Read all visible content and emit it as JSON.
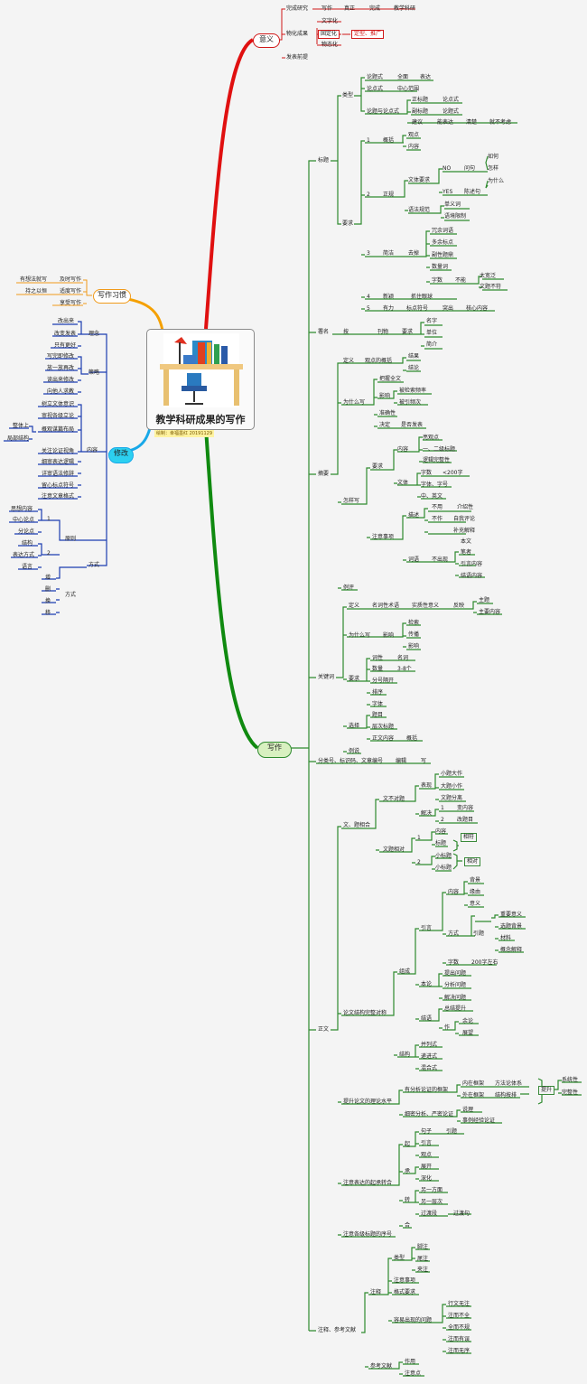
{
  "center": {
    "title": "教学科研成果的写作",
    "subtitle": "绘制：幸福墨红 20191129"
  },
  "yiyi": {
    "title": "意义",
    "items": [
      "完成研究",
      "写作",
      "真正",
      "完成",
      "教学科研",
      "物化成果",
      "文字化",
      "固定化",
      "物态化",
      "定型、推广",
      "发表前提"
    ]
  },
  "xiezuo_title": "写作",
  "xiguan": {
    "title": "写作习惯",
    "items": [
      "有想法就写",
      "及时写作",
      "持之以恒",
      "适度写作",
      "享受写作"
    ]
  },
  "xiugai": {
    "title": "修改",
    "items": [
      "理念",
      "改出来",
      "改变发表",
      "只有更好",
      "策略",
      "写完即修改",
      "放一放再改",
      "读出来修改",
      "向他人求教",
      "内容",
      "树立文体意识",
      "审视各级立论",
      "概观谋篇布局",
      "整体上",
      "局部结构",
      "关注论证视角",
      "细审表达逻辑",
      "详审语法修辞",
      "留心标点符号",
      "注意文章格式",
      "原则",
      "思想内容",
      "中心论点",
      "分论点",
      "1",
      "结构",
      "表达方式",
      "2",
      "语言",
      "方式",
      "增",
      "删",
      "换",
      "移"
    ]
  },
  "biaoti": {
    "items": [
      "标题",
      "类型",
      "论题式",
      "全面",
      "表达",
      "论点式",
      "中心范围",
      "论题与论点式",
      "正标题",
      "论点式",
      "副标题",
      "论题式",
      "建议",
      "能表达",
      "清楚",
      "就不考虑",
      "要求",
      "1",
      "概括",
      "观点",
      "内容",
      "2",
      "正规",
      "文体要求",
      "NO",
      "问句",
      "如何",
      "怎样",
      "为什么",
      "YES",
      "陈述句",
      "语法规范",
      "单义词",
      "语境限制",
      "3",
      "简洁",
      "去掉",
      "冗余词语",
      "多余标点",
      "副性题鼎",
      "数量词",
      "字数",
      "不能",
      "太宽泛",
      "文题不符",
      "4",
      "新颖",
      "抓住眼球",
      "5",
      "有力",
      "标点符号",
      "突出",
      "核心内容"
    ]
  },
  "shuming": {
    "items": [
      "署名",
      "按",
      "刊物",
      "要求",
      "名字",
      "单位",
      "简介"
    ]
  },
  "zhaiyao": {
    "items": [
      "摘要",
      "定义",
      "观点的概括",
      "结果",
      "结论",
      "为什么写",
      "把握全文",
      "影响",
      "被检索频率",
      "被引频次",
      "准确性",
      "决定",
      "是否发表",
      "怎样写",
      "要求",
      "内容",
      "亮观点",
      "一、二级标题",
      "逻辑完整性",
      "文体",
      "字数",
      "<200字",
      "字体、字号",
      "中、英文",
      "注意事项",
      "描述",
      "不用",
      "介绍性",
      "不作",
      "自我评论",
      "补充解释",
      "词语",
      "不出现",
      "本文",
      "笔者",
      "引言内容",
      "结语内容",
      "例评"
    ]
  },
  "guanjianci": {
    "items": [
      "关键词",
      "定义",
      "名词性术语",
      "实质性意义",
      "反映",
      "主题",
      "主要内容",
      "为什么写",
      "影响",
      "检索",
      "传播",
      "影响",
      "要求",
      "词性",
      "名词",
      "数量",
      "3-8个",
      "分号隔开",
      "排序",
      "字体",
      "选择",
      "题目",
      "层次标题",
      "正文内容",
      "概括",
      "例说"
    ]
  },
  "fenleihao": {
    "items": [
      "分类号、标识码、文章编号",
      "编辑",
      "写"
    ]
  },
  "zhengwen": {
    "items": [
      "正文",
      "文、题相合",
      "文不对题",
      "表现",
      "小题大作",
      "大题小作",
      "文题分离",
      "解决",
      "1",
      "变内容",
      "2",
      "改题目",
      "文题相对",
      "1",
      "内容",
      "标题",
      "相符",
      "2",
      "小标题",
      "小标题",
      "相对",
      "论文结构完整对称",
      "组成",
      "引言",
      "内容",
      "背景",
      "缘由",
      "意义",
      "方式",
      "引题",
      "重要意义",
      "选题背景",
      "材料",
      "概念解释",
      "字数",
      "200字左右",
      "本论",
      "提出问题",
      "分析问题",
      "解决问题",
      "结语",
      "总结提升",
      "作",
      "余论",
      "展望",
      "结构",
      "并列式",
      "递进式",
      "混合式",
      "提升论文的理论水平",
      "有分析论证的框架",
      "内在框架",
      "方法论体系",
      "外在框架",
      "结构按排",
      "提升",
      "系统性",
      "完整性",
      "细密分析、严密论证",
      "说理",
      "事例经验论证",
      "注意表达的起承转合",
      "起",
      "句子",
      "引题",
      "引言",
      "观点",
      "承",
      "展开",
      "深化",
      "转",
      "另一方面",
      "另一层次",
      "过渡段",
      "过渡句",
      "合",
      "注意各级标题的序号"
    ]
  },
  "zhushi": {
    "items": [
      "注释、参考文献",
      "注释",
      "类型",
      "脚注",
      "尾注",
      "夹注",
      "注意事项",
      "格式要求",
      "容易出现的问题",
      "行文无注",
      "注而不全",
      "全而不规",
      "注而有误",
      "注而无序",
      "参考文献",
      "作用",
      "注意点"
    ]
  }
}
